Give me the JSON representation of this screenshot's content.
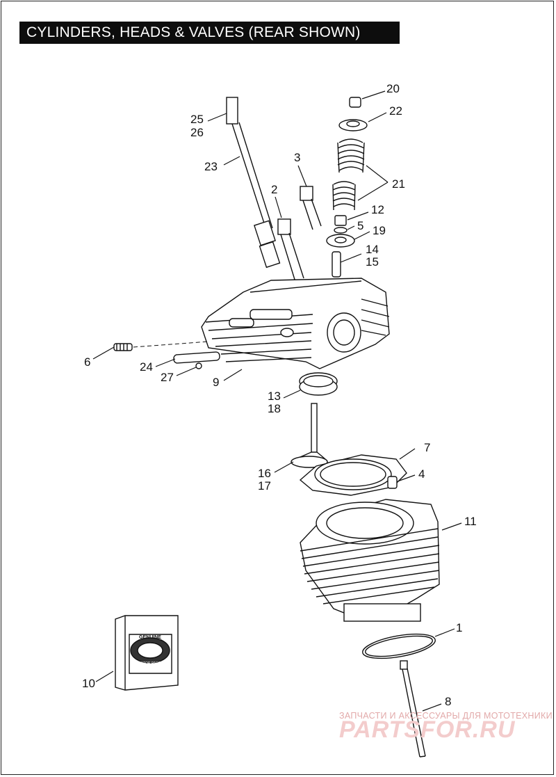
{
  "title": "CYLINDERS, HEADS & VALVES (REAR SHOWN)",
  "callouts": {
    "c1": "1",
    "c2": "2",
    "c3": "3",
    "c4": "4",
    "c5": "5",
    "c6": "6",
    "c7": "7",
    "c8": "8",
    "c9": "9",
    "c10": "10",
    "c11": "11",
    "c12": "12",
    "c13": "13",
    "c14": "14",
    "c15": "15",
    "c16": "16",
    "c17": "17",
    "c18": "18",
    "c19": "19",
    "c20": "20",
    "c21": "21",
    "c22": "22",
    "c23": "23",
    "c24": "24",
    "c25": "25",
    "c26": "26",
    "c27": "27"
  },
  "box_logo": {
    "line1": "GENUINE",
    "line2": "MOTOR PARTS"
  },
  "watermark": {
    "small": "ЗАПЧАСТИ И АКСЕССУАРЫ ДЛЯ МОТОТЕХНИКИ",
    "big": "PARTSFOR.RU"
  }
}
